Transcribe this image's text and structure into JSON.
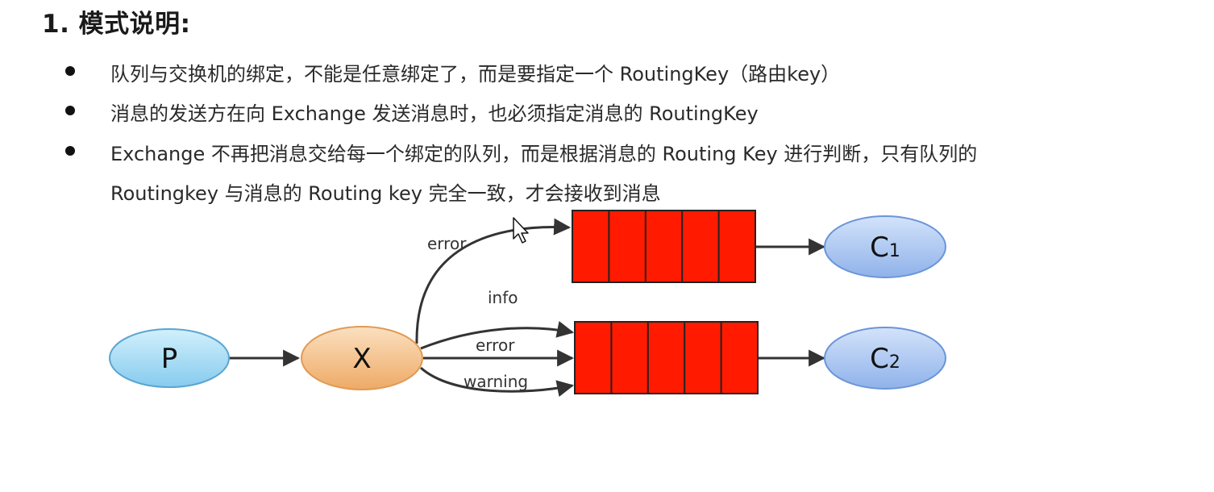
{
  "title": "1. 模式说明:",
  "bullets": [
    "队列与交换机的绑定，不能是任意绑定了，而是要指定一个 RoutingKey（路由key）",
    "消息的发送方在向 Exchange 发送消息时，也必须指定消息的 RoutingKey",
    "Exchange 不再把消息交给每一个绑定的队列，而是根据消息的 Routing Key 进行判断，只有队列的",
    "Routingkey 与消息的 Routing key 完全一致，才会接收到消息"
  ],
  "diagram": {
    "producer": "P",
    "exchange": "X",
    "consumer1": {
      "letter": "C",
      "sub": "1"
    },
    "consumer2": {
      "letter": "C",
      "sub": "2"
    },
    "route_labels": {
      "q1_error": "error",
      "q2_info": "info",
      "q2_error": "error",
      "q2_warning": "warning"
    },
    "queue_cells": 5,
    "colors": {
      "queue_fill": "#ff1a00",
      "producer_fill": "#a8def5",
      "exchange_fill": "#f6c28a",
      "consumer_fill": "#a9c6f2",
      "arrow": "#333333"
    }
  }
}
